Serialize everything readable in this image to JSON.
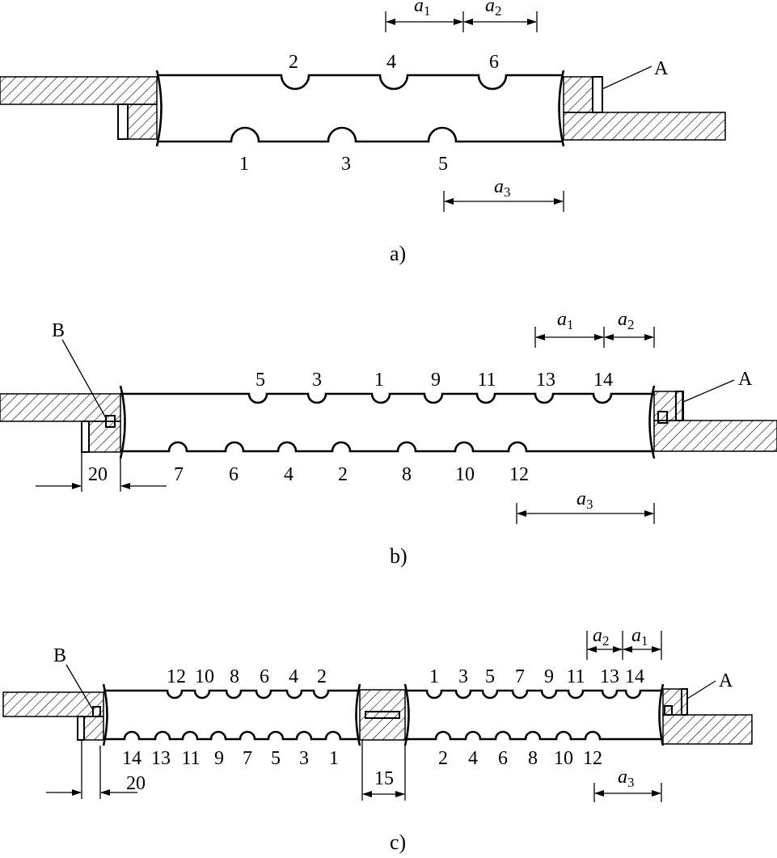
{
  "figures": [
    {
      "id": "a",
      "caption": "a)",
      "top_numbers": [
        "2",
        "4",
        "6"
      ],
      "bottom_numbers": [
        "1",
        "3",
        "5"
      ],
      "dims": {
        "a1": "a",
        "a1_sub": "1",
        "a2": "a",
        "a2_sub": "2",
        "a3": "a",
        "a3_sub": "3"
      },
      "labels": {
        "A": "A"
      }
    },
    {
      "id": "b",
      "caption": "b)",
      "top_numbers": [
        "5",
        "3",
        "1",
        "9",
        "11",
        "13",
        "14"
      ],
      "bottom_numbers": [
        "7",
        "6",
        "4",
        "2",
        "8",
        "10",
        "12"
      ],
      "dims": {
        "a1": "a",
        "a1_sub": "1",
        "a2": "a",
        "a2_sub": "2",
        "a3": "a",
        "a3_sub": "3",
        "gap": "20"
      },
      "labels": {
        "A": "A",
        "B": "B"
      }
    },
    {
      "id": "c",
      "caption": "c)",
      "left_top_numbers": [
        "12",
        "10",
        "8",
        "6",
        "4",
        "2"
      ],
      "left_bottom_numbers": [
        "14",
        "13",
        "11",
        "9",
        "7",
        "5",
        "3",
        "1"
      ],
      "right_top_numbers": [
        "1",
        "3",
        "5",
        "7",
        "9",
        "11",
        "13",
        "14"
      ],
      "right_bottom_numbers": [
        "2",
        "4",
        "6",
        "8",
        "10",
        "12"
      ],
      "dims": {
        "a1": "a",
        "a1_sub": "1",
        "a2": "a",
        "a2_sub": "2",
        "a3": "a",
        "a3_sub": "3",
        "gap": "20",
        "mid_gap": "15"
      },
      "labels": {
        "A": "A",
        "B": "B"
      }
    }
  ]
}
